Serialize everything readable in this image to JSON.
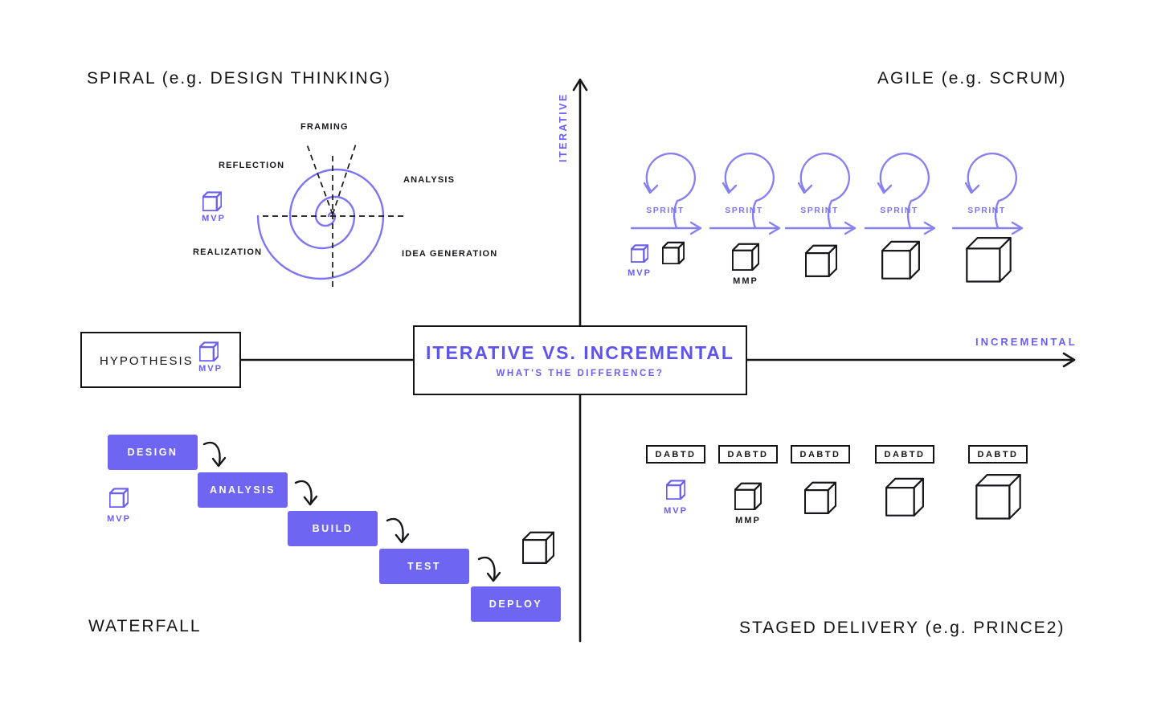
{
  "colors": {
    "accent": "#6a5ff0",
    "loop": "#8680f2",
    "ink": "#17171b",
    "waterfall_fill": "#6e65f3"
  },
  "axes": {
    "vertical": "ITERATIVE",
    "horizontal": "INCREMENTAL"
  },
  "center_box": {
    "title": "ITERATIVE VS. INCREMENTAL",
    "subtitle": "WHAT'S THE DIFFERENCE?"
  },
  "hypothesis": {
    "label": "HYPOTHESIS",
    "mvp_label": "MVP"
  },
  "quadrants": {
    "spiral": {
      "title": "SPIRAL (e.g. DESIGN THINKING)",
      "mvp_label": "MVP",
      "stages": {
        "framing": "FRAMING",
        "reflection": "REFLECTION",
        "analysis": "ANALYSIS",
        "realization": "REALIZATION",
        "idea_generation": "IDEA GENERATION"
      }
    },
    "agile": {
      "title": "AGILE (e.g. SCRUM)",
      "sprints": [
        "SPRINT",
        "SPRINT",
        "SPRINT",
        "SPRINT",
        "SPRINT"
      ],
      "mvp_label": "MVP",
      "mmp_label": "MMP"
    },
    "waterfall": {
      "title": "WATERFALL",
      "steps": [
        "DESIGN",
        "ANALYSIS",
        "BUILD",
        "TEST",
        "DEPLOY"
      ],
      "mvp_label": "MVP"
    },
    "staged": {
      "title": "STAGED DELIVERY (e.g. PRINCE2)",
      "stages": [
        "DABTD",
        "DABTD",
        "DABTD",
        "DABTD",
        "DABTD"
      ],
      "mvp_label": "MVP",
      "mmp_label": "MMP"
    }
  }
}
